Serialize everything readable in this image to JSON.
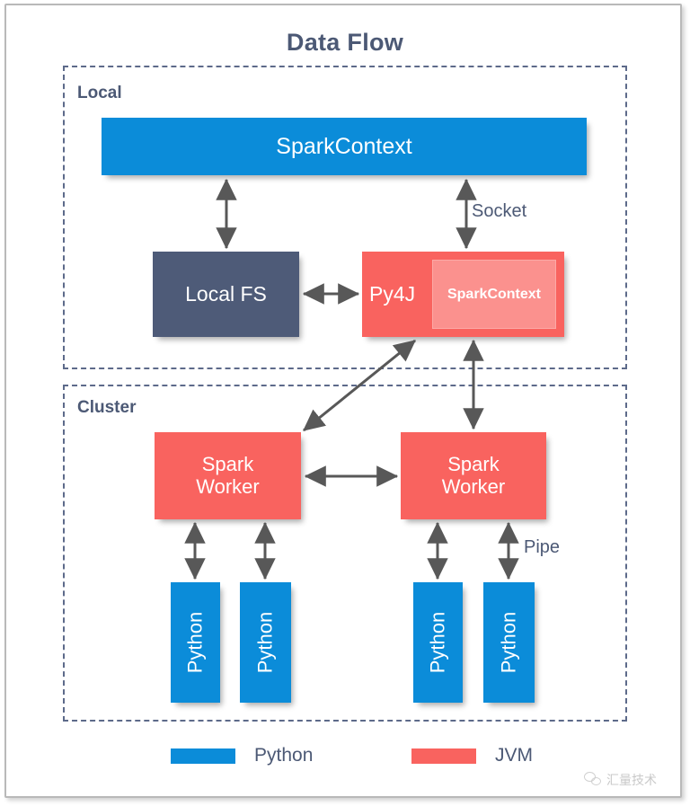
{
  "diagram": {
    "title": "Data Flow",
    "groups": [
      {
        "id": "local",
        "label": "Local"
      },
      {
        "id": "cluster",
        "label": "Cluster"
      }
    ],
    "nodes": {
      "spark_context_main": "SparkContext",
      "local_fs": "Local FS",
      "py4j": "Py4J",
      "spark_context_inner": "SparkContext",
      "worker_left_line1": "Spark",
      "worker_left_line2": "Worker",
      "worker_right_line1": "Spark",
      "worker_right_line2": "Worker",
      "python_workers": [
        "Python",
        "Python",
        "Python",
        "Python"
      ]
    },
    "edge_labels": {
      "socket": "Socket",
      "pipe": "Pipe"
    }
  },
  "legend": {
    "items": [
      {
        "label": "Python",
        "color": "#0b8cd9"
      },
      {
        "label": "JVM",
        "color": "#f9635f"
      }
    ]
  },
  "watermark": {
    "text": "汇量技术",
    "icon": "wechat-logo-icon"
  },
  "colors": {
    "python_blue": "#0b8cd9",
    "jvm_red": "#f9635f",
    "jvm_red_light": "#fb918e",
    "slate": "#4e5b78",
    "text_slate": "#4c5975",
    "arrow_gray": "#585858",
    "dashed_border": "#5d6a8a"
  }
}
